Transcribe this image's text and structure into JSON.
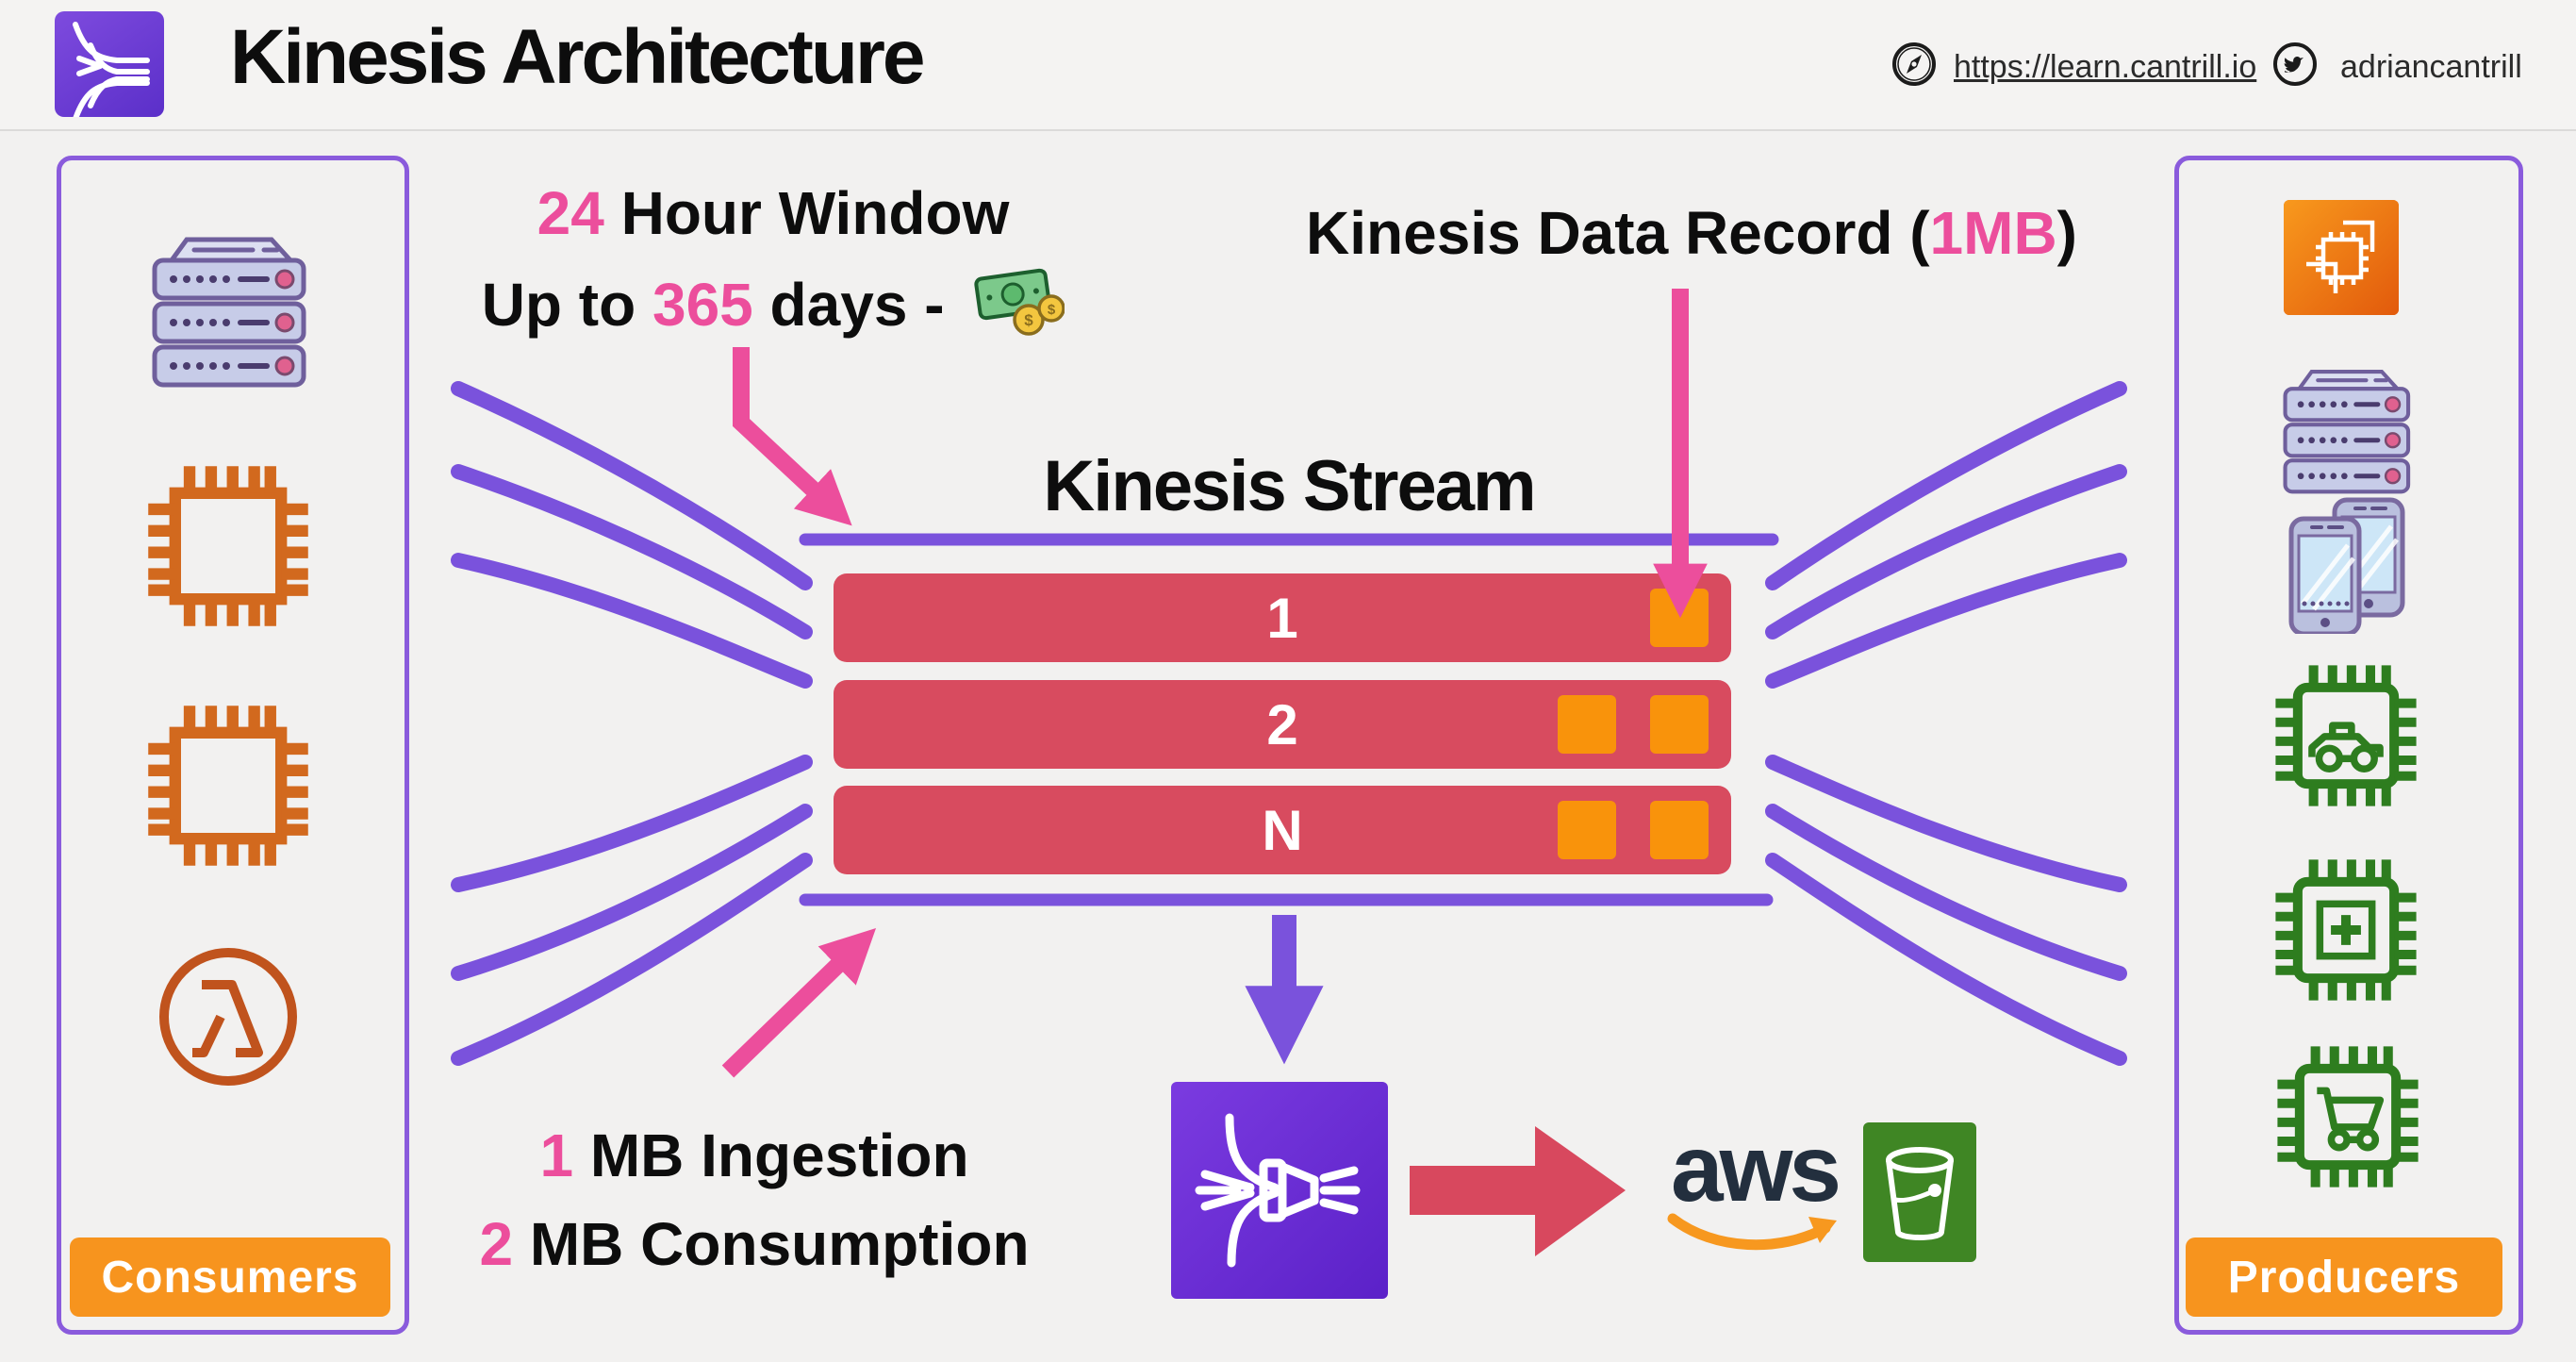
{
  "header": {
    "title": "Kinesis Architecture",
    "site_url": "https://learn.cantrill.io",
    "twitter_handle": "adriancantrill"
  },
  "consumers_panel": {
    "label": "Consumers",
    "icons": [
      "server-stack",
      "cpu-chip",
      "cpu-chip",
      "lambda"
    ]
  },
  "producers_panel": {
    "label": "Producers",
    "icons": [
      "ec2",
      "server-stack",
      "mobile-devices",
      "iot-car-chip",
      "iot-medical-chip",
      "iot-cart-chip"
    ]
  },
  "stream": {
    "title": "Kinesis Stream",
    "shards": [
      {
        "label": "1",
        "data_records": 1
      },
      {
        "label": "2",
        "data_records": 2
      },
      {
        "label": "N",
        "data_records": 2
      }
    ]
  },
  "annotations": {
    "retention": {
      "highlight1": "24",
      "text1": " Hour Window",
      "text2_pre": "Up to ",
      "highlight2": "365",
      "text2_post": " days - ",
      "money_icon": "money-icon"
    },
    "data_record": {
      "pre": "Kinesis Data Record (",
      "highlight": "1MB",
      "post": ")"
    },
    "ingestion": {
      "highlight": "1",
      "text": " MB Ingestion"
    },
    "consumption": {
      "highlight": "2",
      "text": " MB Consumption"
    }
  },
  "destination": {
    "firehose_icon": "kinesis-firehose",
    "aws_label": "aws",
    "s3_icon": "s3-bucket"
  },
  "colors": {
    "accent_purple": "#7A52DC",
    "pink": "#EC4E9C",
    "shard_red": "#D84B5F",
    "record_orange": "#F9930B",
    "badge_orange": "#F7941E",
    "chip_orange": "#D2691E",
    "iot_green": "#2E7D1F",
    "aws_dark": "#232F3E",
    "aws_orange": "#F7981F",
    "firehose_purple": "#6B2FD6",
    "s3_green": "#3F8624"
  }
}
